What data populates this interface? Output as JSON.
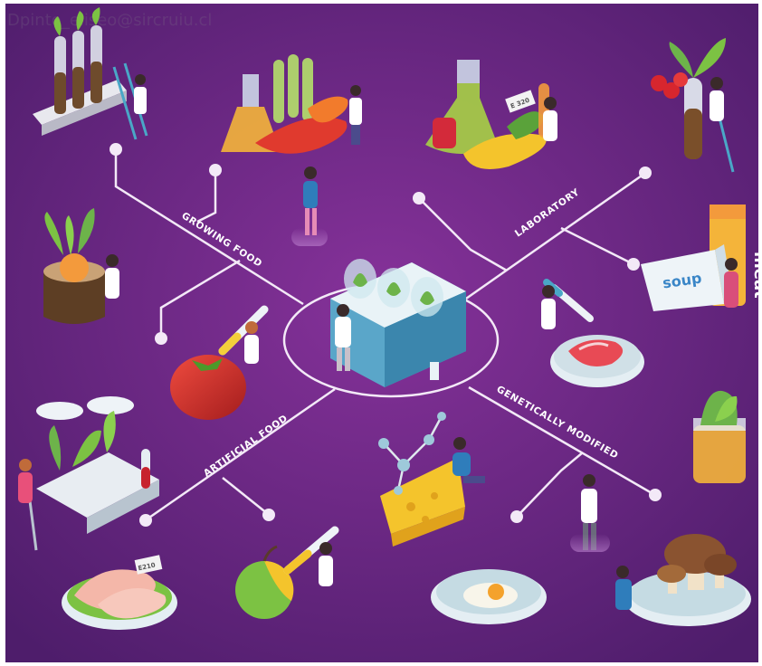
{
  "watermark": "Dpinto_eliseo@sircruiu.cl",
  "diagram": {
    "center_label": "",
    "branches": [
      {
        "label": "GROWING FOOD"
      },
      {
        "label": "LABORATORY"
      },
      {
        "label": "ARTIFICIAL FOOD"
      },
      {
        "label": "GENETICALLY MODIFIED"
      }
    ]
  },
  "illustration_text": {
    "e320_tag": "E 320",
    "e210_tag": "E210",
    "meat_tube": "meat",
    "soup_tube": "soup"
  },
  "colors": {
    "background_top": "#7a2b8e",
    "background_bottom": "#4e1d6b",
    "lines": "#f3e9f7",
    "frame": "#ffffff"
  }
}
